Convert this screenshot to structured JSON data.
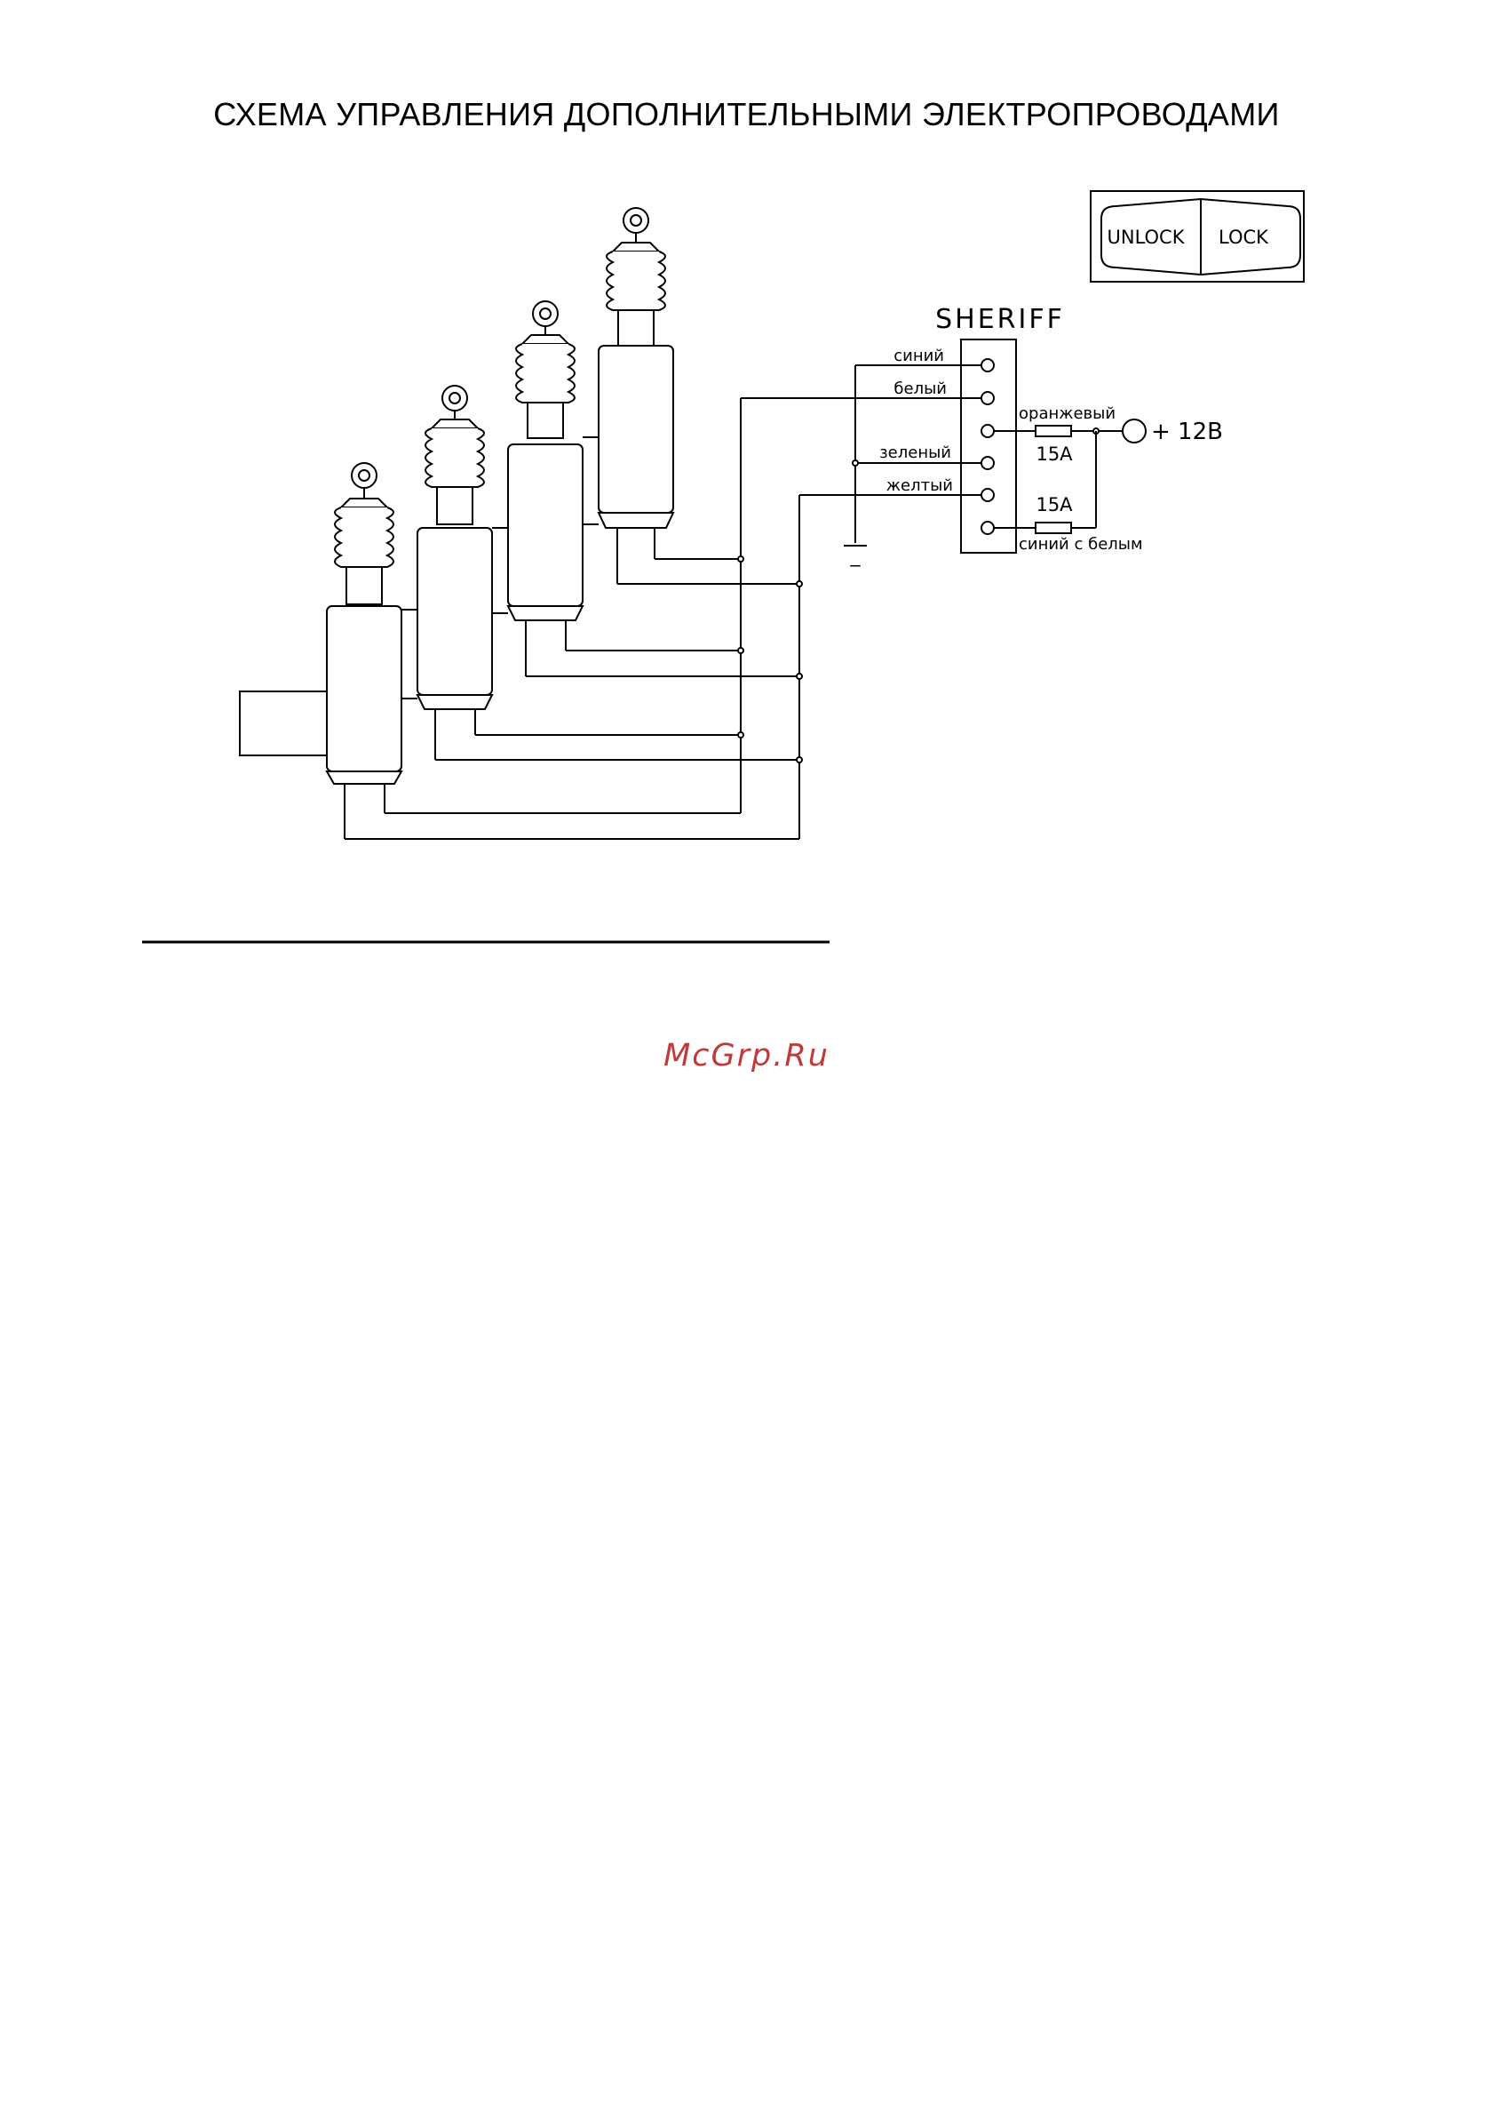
{
  "title": "СХЕМА УПРАВЛЕНИЯ ДОПОЛНИТЕЛЬНЫМИ ЭЛЕКТРОПРОВОДАМИ",
  "remote": {
    "unlock_label": "UNLOCK",
    "lock_label": "LOCK"
  },
  "module": {
    "name": "SHERIFF"
  },
  "wires": {
    "blue": "синий",
    "white": "белый",
    "orange": "оранжевый",
    "green": "зеленый",
    "yellow": "желтый",
    "blue_white": "синий с белым"
  },
  "fuses": {
    "fuse1": "15A",
    "fuse2": "15A"
  },
  "power": {
    "label": "+ 12В"
  },
  "ground": {
    "label": "_"
  },
  "watermark": "McGrp.Ru"
}
